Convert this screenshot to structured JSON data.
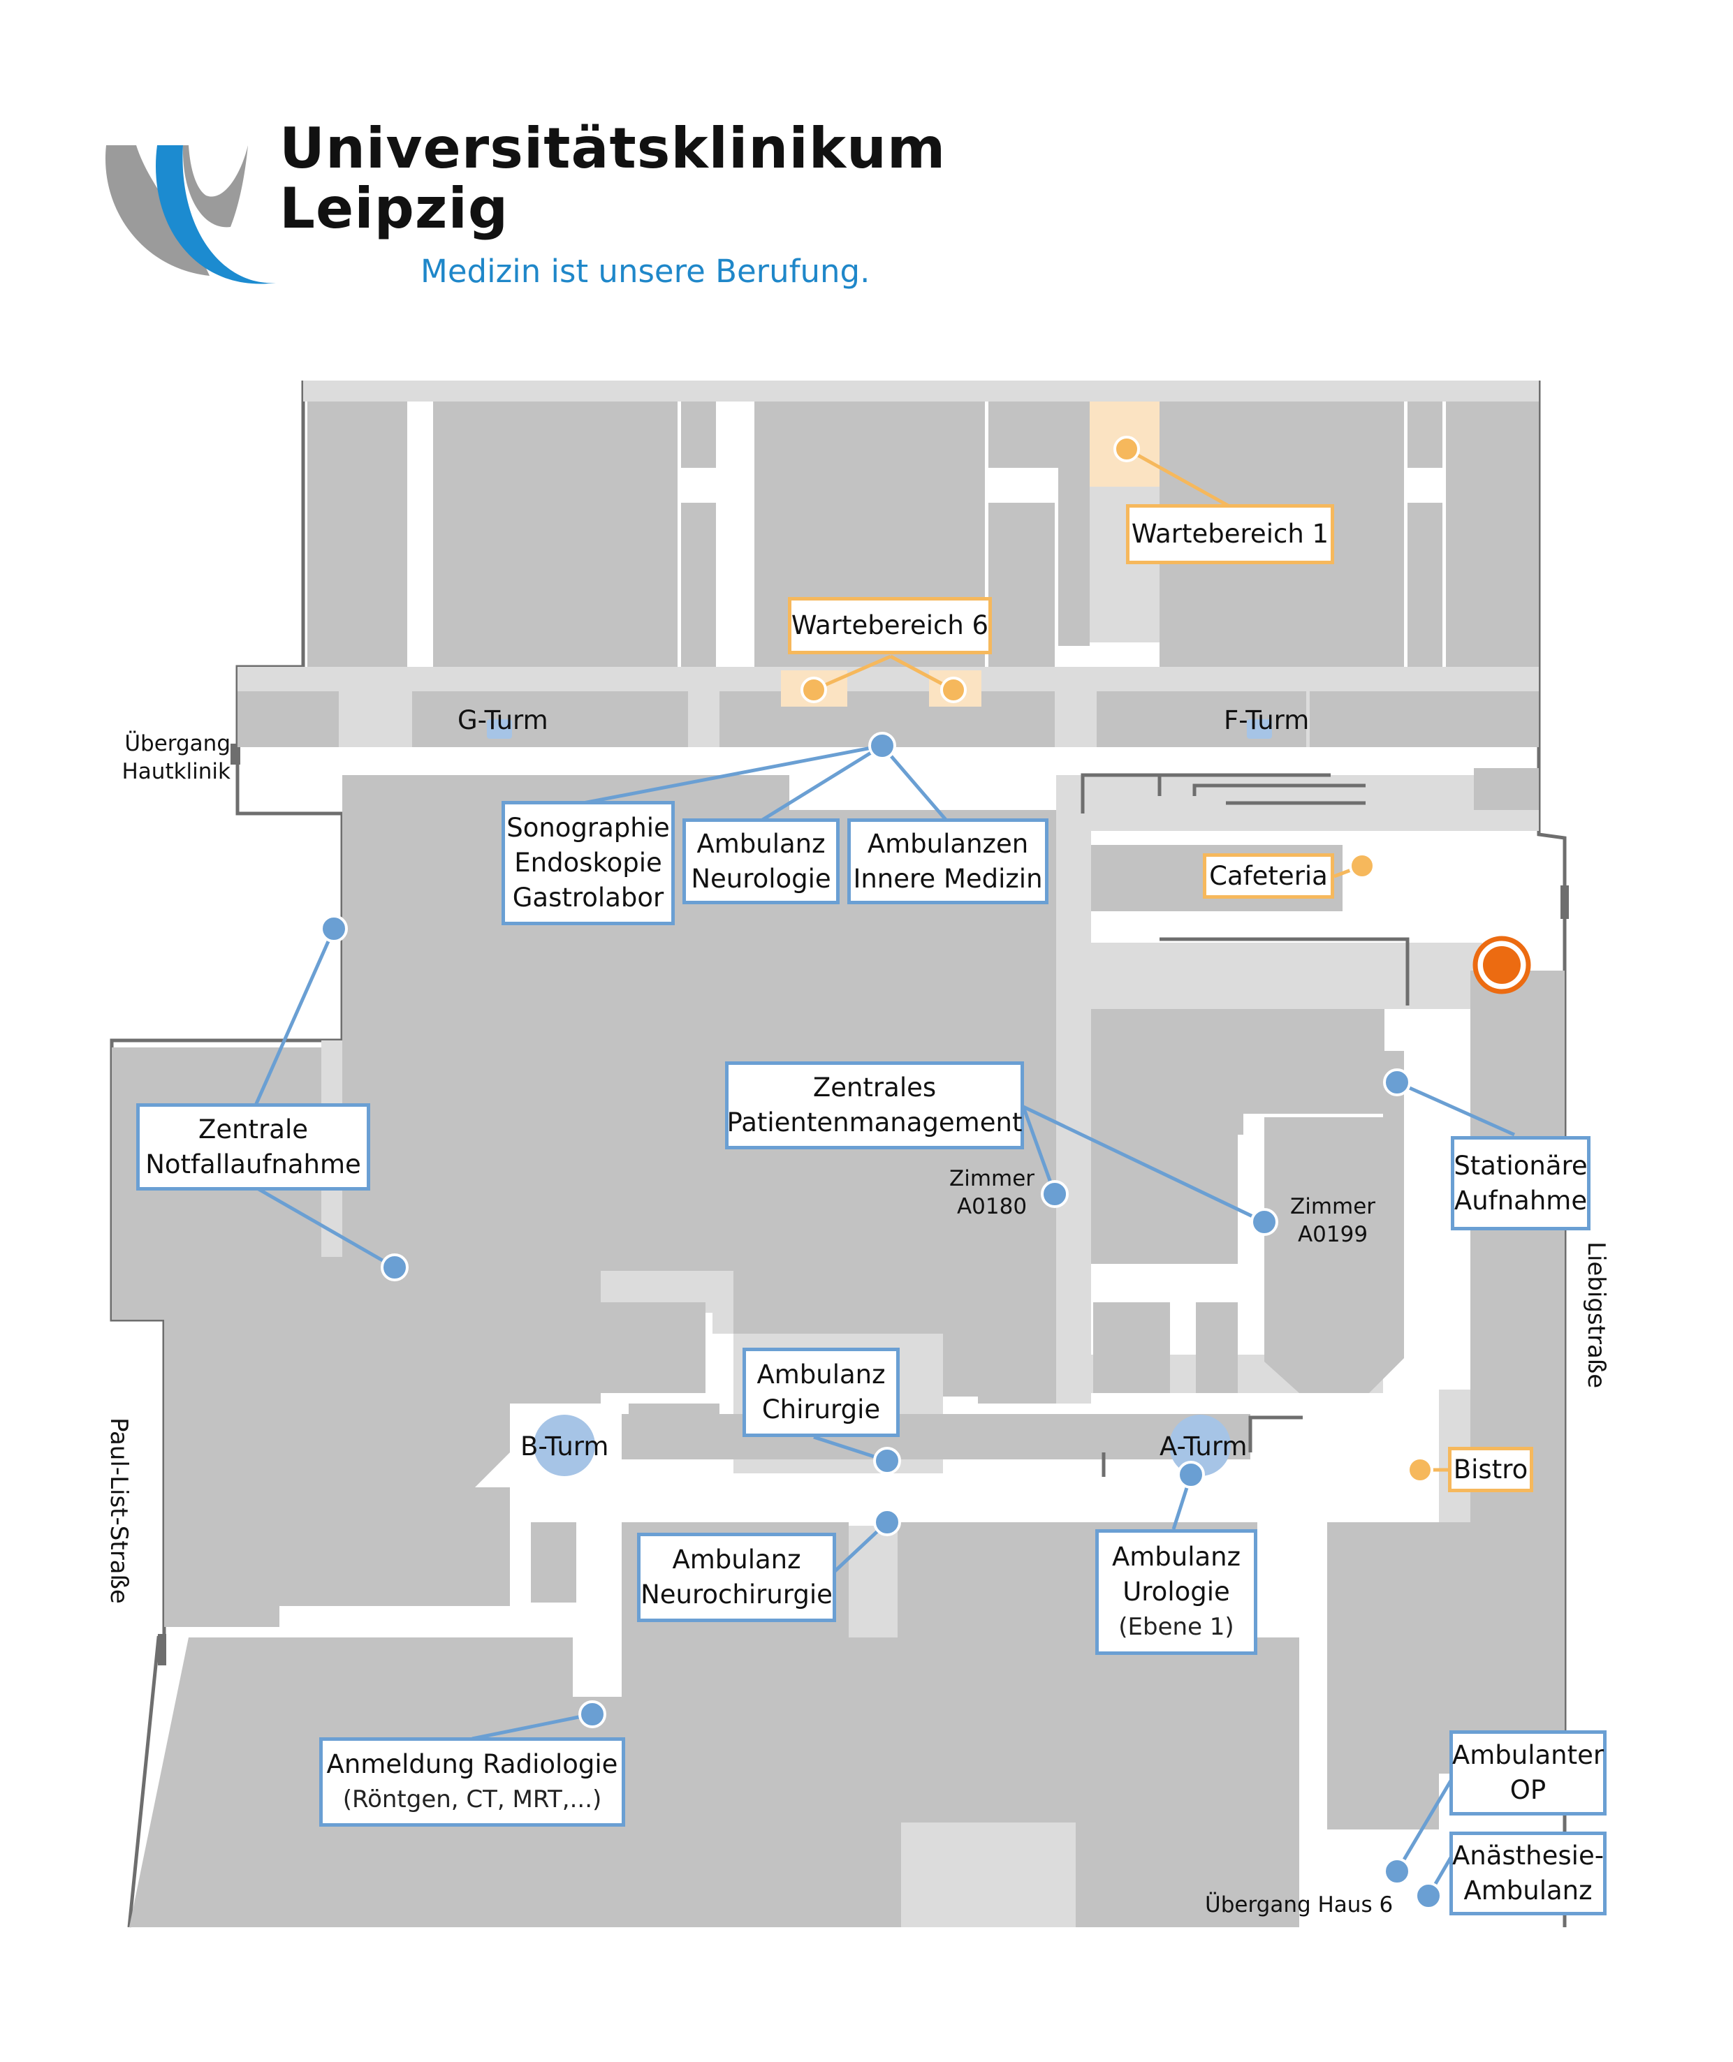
{
  "brand": {
    "name_line1": "Universitätsklinikum",
    "name_line2": "Leipzig",
    "tagline": "Medizin ist unsere Berufung."
  },
  "colors": {
    "building": "#c2c2c2",
    "corridor_light": "#dcdcdc",
    "outline": "#6e6e6e",
    "label_border_blue": "#6a9fd3",
    "label_border_orange": "#f6b85c",
    "pin_blue": "#6a9fd3",
    "pin_orange": "#f6b85c",
    "location_marker": "#ec6b11",
    "tagline": "#1f87c9"
  },
  "towers": {
    "g": "G-Turm",
    "f": "F-Turm",
    "b": "B-Turm",
    "a": "A-Turm"
  },
  "labels": {
    "wartebereich1": "Wartebereich 1",
    "wartebereich6": "Wartebereich 6",
    "cafeteria": "Cafeteria",
    "bistro": "Bistro",
    "sonographie": [
      "Sonographie",
      "Endoskopie",
      "Gastrolabor"
    ],
    "ambulanz_neurologie": [
      "Ambulanz",
      "Neurologie"
    ],
    "ambulanzen_innere": [
      "Ambulanzen",
      "Innere Medizin"
    ],
    "zentrale_notfall": [
      "Zentrale",
      "Notfallaufnahme"
    ],
    "zentrales_patienten": [
      "Zentrales",
      "Patientenmanagement"
    ],
    "stationaere": [
      "Stationäre",
      "Aufnahme"
    ],
    "ambulanz_chirurgie": [
      "Ambulanz",
      "Chirurgie"
    ],
    "ambulanz_neurochirurgie": [
      "Ambulanz",
      "Neurochirurgie"
    ],
    "ambulanz_urologie": [
      "Ambulanz",
      "Urologie"
    ],
    "ambulanz_urologie_sub": "(Ebene 1)",
    "anmeldung_radiologie": "Anmeldung Radiologie",
    "anmeldung_radiologie_sub": "(Röntgen, CT, MRT,...)",
    "ambulanter_op": [
      "Ambulanter",
      "OP"
    ],
    "anaesthesie": [
      "Anästhesie-",
      "Ambulanz"
    ]
  },
  "rooms": {
    "a0180": [
      "Zimmer",
      "A0180"
    ],
    "a0199": [
      "Zimmer",
      "A0199"
    ]
  },
  "passages": {
    "hautklinik": [
      "Übergang",
      "Hautklinik"
    ],
    "haus6": "Übergang Haus 6"
  },
  "streets": {
    "paul_list": "Paul-List-Straße",
    "liebig": "Liebigstraße"
  }
}
